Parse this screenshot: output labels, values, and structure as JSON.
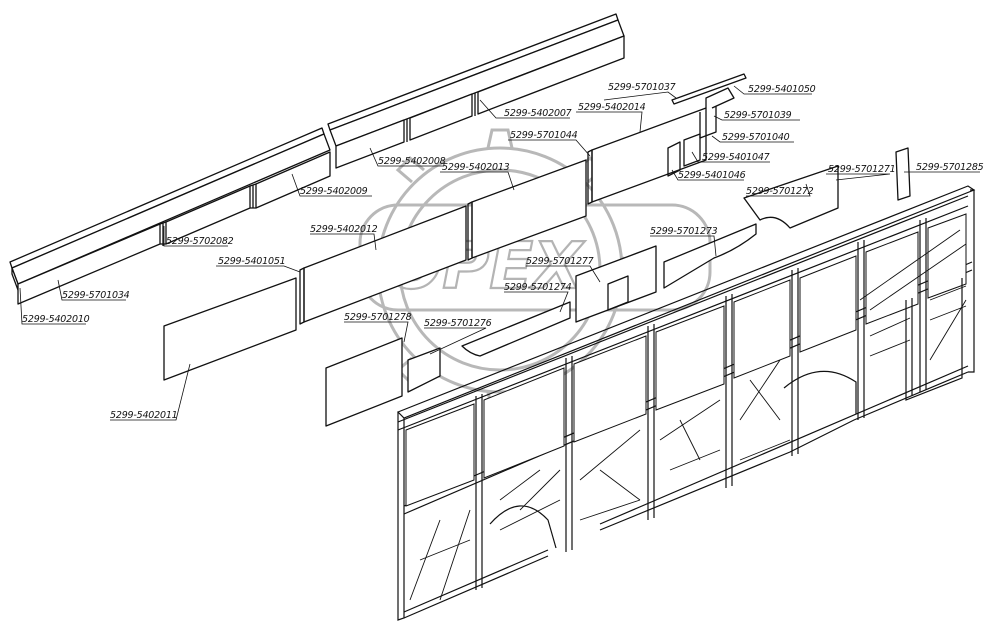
{
  "diagram": {
    "labels": {
      "p5701037": "5299-5701037",
      "p5401050": "5299-5401050",
      "p5701039": "5299-5701039",
      "p5701040": "5299-5701040",
      "p5401047": "5299-5401047",
      "p5401046": "5299-5401046",
      "p5402007": "5299-5402007",
      "p5402014": "5299-5402014",
      "p5701044": "5299-5701044",
      "p5402008": "5299-5402008",
      "p5402013": "5299-5402013",
      "p5402009": "5299-5402009",
      "p5402012": "5299-5402012",
      "p5702082": "5299-5702082",
      "p5401051": "5299-5401051",
      "p5701034": "5299-5701034",
      "p5402010": "5299-5402010",
      "p5402011": "5299-5402011",
      "p5701271": "5299-5701271",
      "p5701285": "5299-5701285",
      "p5701272": "5299-5701272",
      "p5701273": "5299-5701273",
      "p5701277": "5299-5701277",
      "p5701274": "5299-5701274",
      "p5701278": "5299-5701278",
      "p5701276": "5299-5701276"
    },
    "watermark": {
      "text": "OPEX"
    }
  }
}
